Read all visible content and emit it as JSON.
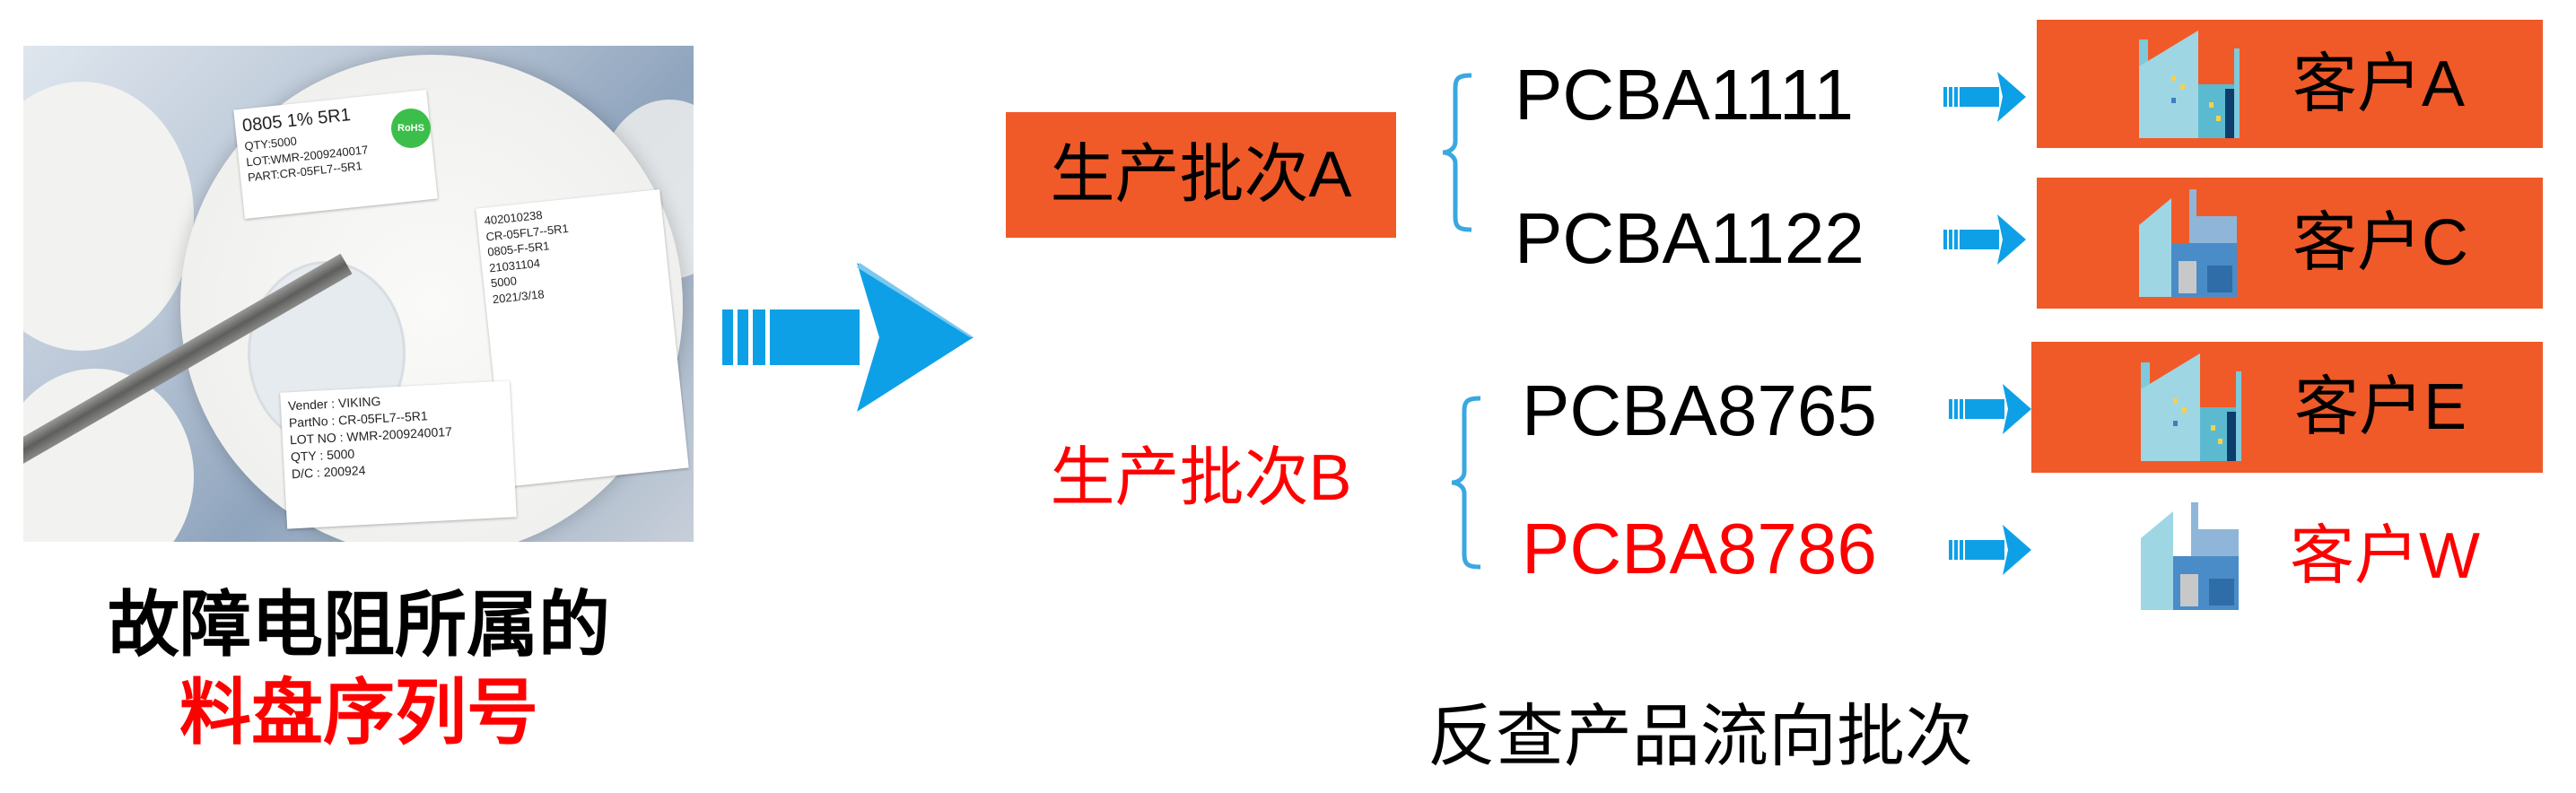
{
  "photo": {
    "label_main": "0805 1% 5R1",
    "label_qty": "QTY:5000",
    "label_lot": "LOT:WMR-2009240017",
    "label_part": "PART:CR-05FL7--5R1",
    "rohs": "RoHS",
    "side_label": [
      "402010238",
      "CR-05FL7--5R1",
      "0805-F-5R1",
      "21031104",
      "5000",
      "2021/3/18"
    ],
    "bottom_label": [
      "Vender : VIKING",
      "PartNo : CR-05FL7--5R1",
      "LOT NO : WMR-2009240017",
      "QTY : 5000",
      "D/C : 200924"
    ]
  },
  "caption": {
    "line1": "故障电阻所属的",
    "line2": "料盘序列号"
  },
  "batches": [
    {
      "label": "生产批次A",
      "highlighted": true,
      "items": [
        {
          "pcba": "PCBA1111",
          "customer": "客户A",
          "pcba_color": "#000000",
          "boxed": true
        },
        {
          "pcba": "PCBA1122",
          "customer": "客户C",
          "pcba_color": "#000000",
          "boxed": true
        }
      ]
    },
    {
      "label": "生产批次B",
      "highlighted": false,
      "items": [
        {
          "pcba": "PCBA8765",
          "customer": "客户E",
          "pcba_color": "#000000",
          "boxed": true
        },
        {
          "pcba": "PCBA8786",
          "customer": "客户W",
          "pcba_color": "#FF0000",
          "boxed": false
        }
      ]
    }
  ],
  "footer": "反查产品流向批次",
  "colors": {
    "orange": "#F05A28",
    "arrow_blue": "#0EA0E6",
    "red": "#FF0000",
    "bracket_blue": "#3AA8E0"
  },
  "icons": [
    "striped-arrow-icon",
    "building-icon",
    "factory-icon"
  ]
}
